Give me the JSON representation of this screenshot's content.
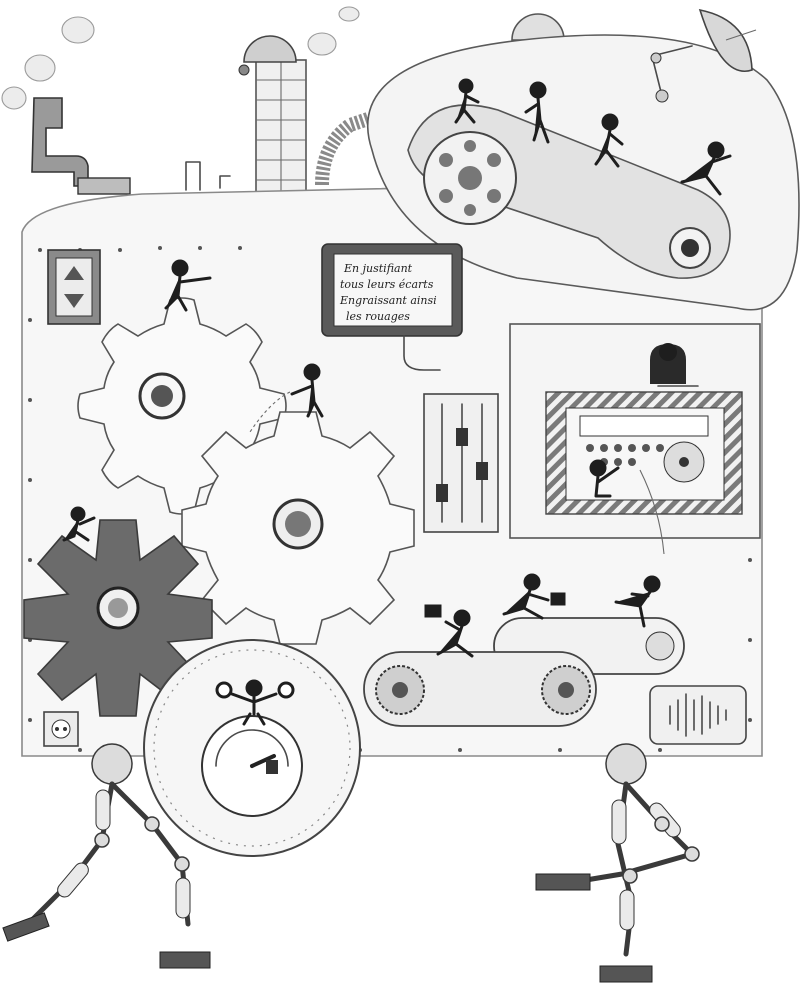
{
  "drawing": {
    "screen_caption": {
      "lines": [
        "En justifiant",
        "tous leurs écarts",
        "Engraissant ainsi",
        "les rouages"
      ]
    }
  },
  "colors": {
    "paper": "#ffffff",
    "pencil_dark": "#1e1e1e",
    "pencil_mid": "#5a5a5a",
    "pencil_light": "#9a9a9a"
  }
}
